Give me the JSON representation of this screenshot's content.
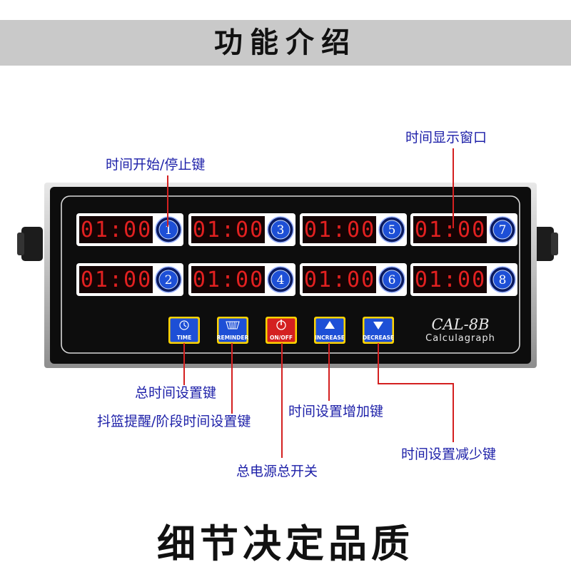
{
  "header": {
    "title": "功能介绍"
  },
  "footer": {
    "title": "细节决定品质"
  },
  "device": {
    "model": "CAL-8B",
    "brand": "Calculagraph",
    "displays": [
      {
        "number": "1",
        "time": "01:00"
      },
      {
        "number": "2",
        "time": "01:00"
      },
      {
        "number": "3",
        "time": "01:00"
      },
      {
        "number": "4",
        "time": "01:00"
      },
      {
        "number": "5",
        "time": "01:00"
      },
      {
        "number": "6",
        "time": "01:00"
      },
      {
        "number": "7",
        "time": "01:00"
      },
      {
        "number": "8",
        "time": "01:00"
      }
    ],
    "buttons": [
      {
        "label": "TIME",
        "icon": "clock-icon",
        "color": "#1d4fd6"
      },
      {
        "label": "REMINDER",
        "icon": "basket-icon",
        "color": "#1d4fd6"
      },
      {
        "label": "ON/OFF",
        "icon": "power-icon",
        "color": "#d42020"
      },
      {
        "label": "INCREASE",
        "icon": "triangle-up-icon",
        "color": "#1d4fd6"
      },
      {
        "label": "DECREASE",
        "icon": "triangle-down-icon",
        "color": "#1d4fd6"
      }
    ]
  },
  "annotations": {
    "start_stop": "时间开始/停止键",
    "display_window": "时间显示窗口",
    "total_time": "总时间设置键",
    "reminder": "抖篮提醒/阶段时间设置键",
    "power": "总电源总开关",
    "increase": "时间设置增加键",
    "decrease": "时间设置减少键"
  },
  "colors": {
    "leader": "#d42020",
    "label": "#1c1fa8",
    "led": "#e22020",
    "badge": "#1d4fd6"
  }
}
